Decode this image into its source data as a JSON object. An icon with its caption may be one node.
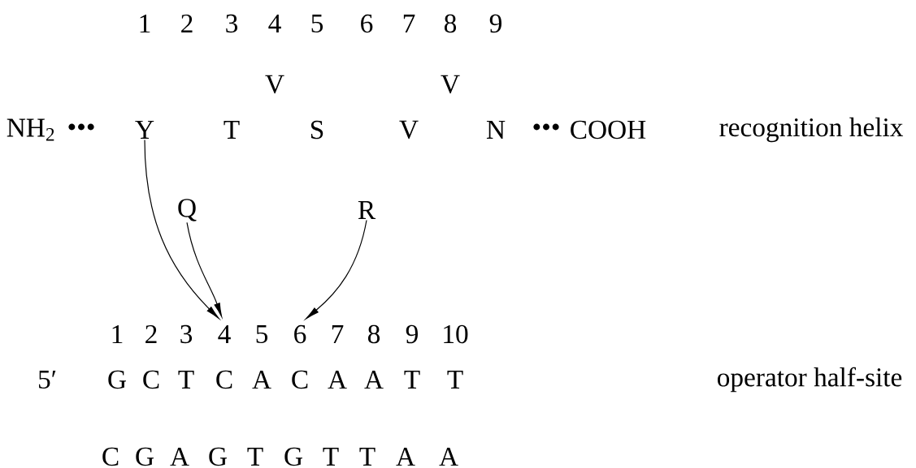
{
  "diagram": {
    "nodes": [
      {
        "text": [
          "Y"
        ]
      },
      {
        "text": [
          "Q"
        ]
      },
      {
        "text": [
          "R"
        ]
      },
      {
        "text": [
          "4"
        ]
      },
      {
        "text": [
          "6"
        ]
      }
    ],
    "edges": [
      {
        "from": 0,
        "to": 3,
        "arrow": "to"
      },
      {
        "from": 1,
        "to": 3,
        "arrow": "to"
      },
      {
        "from": 2,
        "to": 4,
        "arrow": "to"
      }
    ],
    "labels": [
      "1",
      "2",
      "3",
      "4",
      "5",
      "6",
      "7",
      "8",
      "9",
      "V",
      "V",
      "NH$_{2}$",
      "•••",
      "T",
      "S",
      "V",
      "N",
      "•••",
      "COOH",
      "recognition helix",
      "1",
      "2",
      "3",
      "5",
      "7",
      "8",
      "9",
      "10",
      "5′",
      "G",
      "C",
      "T",
      "C",
      "A",
      "C",
      "A",
      "A",
      "T",
      "T",
      "operator half-site",
      "C",
      "G",
      "A",
      "G",
      "T",
      "G",
      "T",
      "T",
      "A",
      "A"
    ]
  }
}
